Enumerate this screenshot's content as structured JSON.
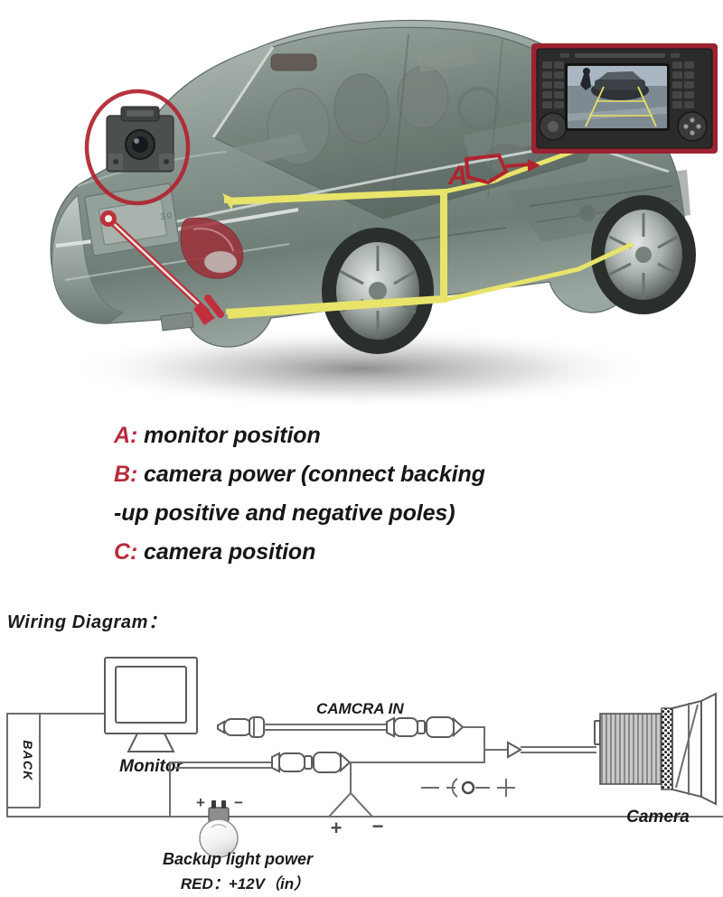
{
  "photo": {
    "alt_description": "Cutaway illustration of a silver sedan rear three-quarter view showing backup camera wiring routing",
    "callouts": [
      {
        "id": "A",
        "label": "A",
        "meaning": "monitor position",
        "color": "#b0232f"
      }
    ],
    "head_unit": {
      "screen_caption": "rear view camera image with parking guide lines",
      "guide_line_color": "#e8e060",
      "bezel_color": "#9b2230",
      "body_color": "#2b2b2b"
    },
    "camera_highlight": {
      "shape": "circle",
      "color": "#b0232f",
      "location": "above rear license plate"
    },
    "wire_route_color": "#e8e46a",
    "power_wire_color": "#c0303c",
    "car_body_color": "#8e9b94"
  },
  "legend": {
    "lines": [
      {
        "key": "A:",
        "text": "monitor  position"
      },
      {
        "key": "B:",
        "text": "camera power (connect backing"
      },
      {
        "key": "",
        "text": "-up positive and negative poles)"
      },
      {
        "key": "C:",
        "text": "camera position"
      }
    ],
    "key_color": "#b92b3b"
  },
  "wiring": {
    "title": "Wiring Diagram：",
    "labels": {
      "back": "BACK",
      "monitor": "Monitor",
      "camera_in": "CAMCRA IN",
      "camera": "Camera",
      "backup_light_power": "Backup light power",
      "red_spec": "RED：+12V（in）"
    },
    "polarity": {
      "bulb_plus": "+",
      "bulb_minus": "−",
      "split_plus": "+",
      "split_minus": "−",
      "dc_minus": "−",
      "dc_plus": "+"
    }
  }
}
